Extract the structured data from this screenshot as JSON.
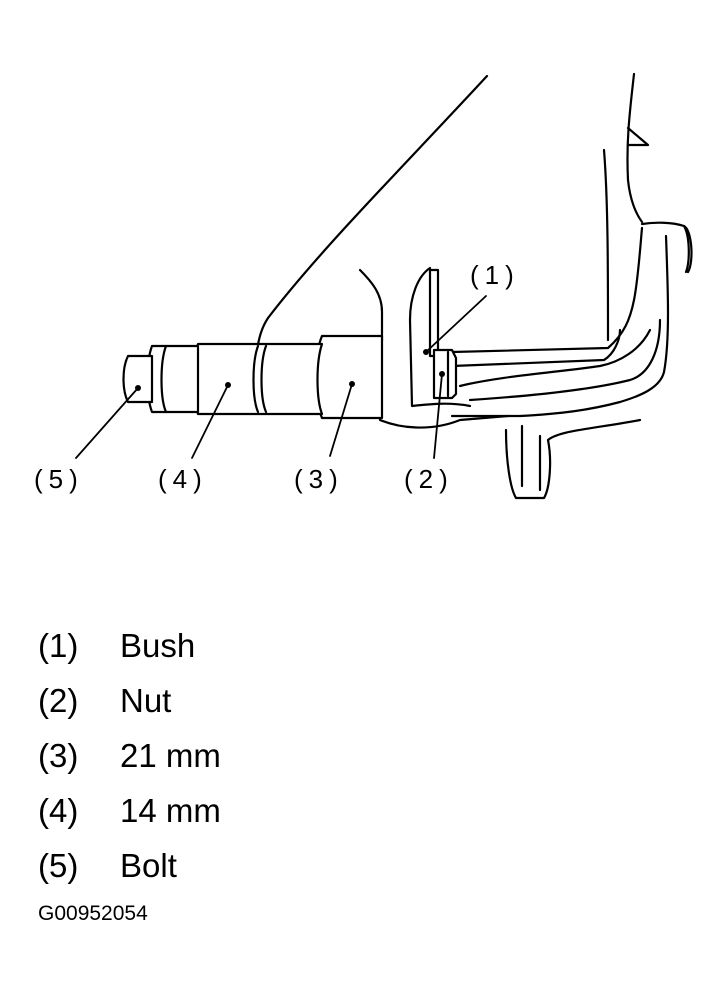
{
  "diagram": {
    "callouts": [
      "(1)",
      "(2)",
      "(3)",
      "(4)",
      "(5)"
    ]
  },
  "legend": [
    {
      "num": "(1)",
      "text": "Bush"
    },
    {
      "num": "(2)",
      "text": "Nut"
    },
    {
      "num": "(3)",
      "text": "21 mm"
    },
    {
      "num": "(4)",
      "text": "14 mm"
    },
    {
      "num": "(5)",
      "text": "Bolt"
    }
  ],
  "figure_id": "G00952054"
}
